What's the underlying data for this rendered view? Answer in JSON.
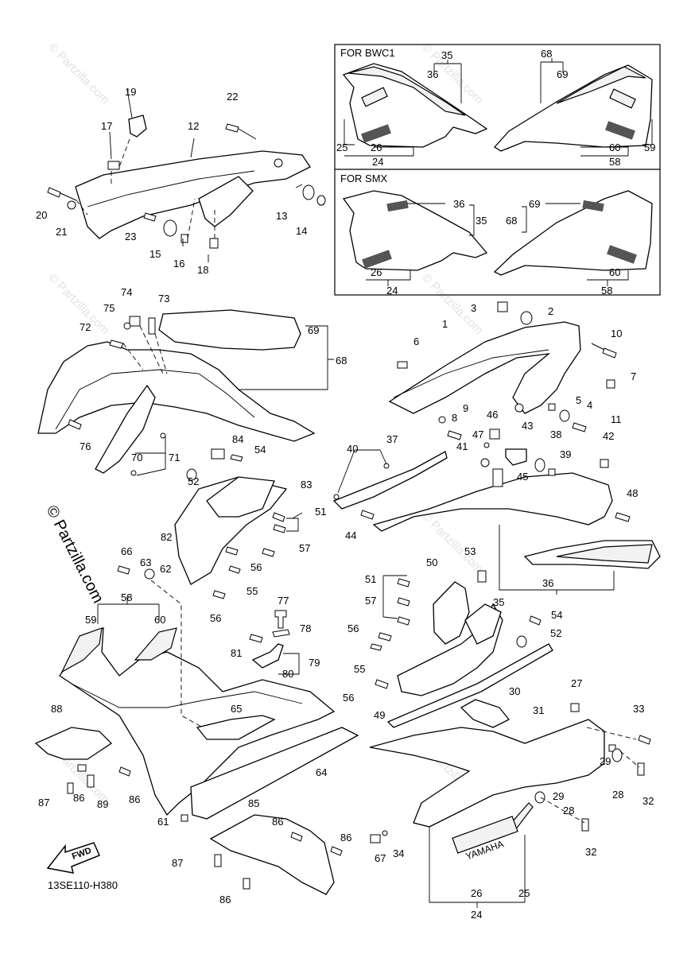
{
  "diagram": {
    "drawing_code": "13SE110-H380",
    "watermark": "© Partzilla.com",
    "fwd_label": "FWD",
    "inset": {
      "bwc1_title": "FOR BWC1",
      "smx_title": "FOR SMX"
    },
    "decal_text": "YAMAHA"
  },
  "callouts": [
    "1",
    "2",
    "3",
    "4",
    "5",
    "6",
    "7",
    "8",
    "9",
    "10",
    "11",
    "12",
    "13",
    "14",
    "15",
    "16",
    "17",
    "18",
    "19",
    "20",
    "21",
    "22",
    "23",
    "24",
    "25",
    "26",
    "27",
    "28",
    "29",
    "30",
    "31",
    "32",
    "33",
    "34",
    "35",
    "36",
    "37",
    "38",
    "39",
    "40",
    "41",
    "42",
    "43",
    "44",
    "45",
    "46",
    "47",
    "48",
    "49",
    "50",
    "51",
    "52",
    "53",
    "54",
    "55",
    "56",
    "57",
    "58",
    "59",
    "60",
    "61",
    "62",
    "63",
    "64",
    "65",
    "66",
    "67",
    "68",
    "69",
    "70",
    "71",
    "72",
    "73",
    "74",
    "75",
    "76",
    "77",
    "78",
    "79",
    "80",
    "81",
    "82",
    "83",
    "84",
    "85",
    "86",
    "87",
    "88",
    "89"
  ]
}
